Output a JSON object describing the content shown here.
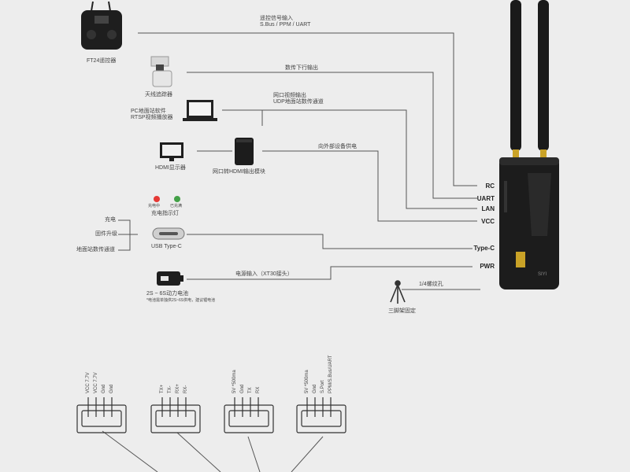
{
  "devices": {
    "rc_controller": "FT24遥控器",
    "tracker": "天线追踪器",
    "pc": "PC地面站软件\nRTSP视频播放器",
    "hdmi_monitor": "HDMI显示器",
    "hdmi_module": "网口转HDMI输出模块",
    "indicator": "充电指示灯",
    "usb_c": "USB Type-C",
    "battery": "2S ~ 6S动力电池",
    "battery_note": "*电池需单独供2S~6S供电，建议锂电池",
    "tripod": "三脚架固定"
  },
  "indicator_lights": {
    "red": "充电中",
    "green": "已充满"
  },
  "usb_functions": [
    "充电",
    "固件升级",
    "地面站数传通道"
  ],
  "wire_labels": {
    "rc": "遥控信号输入\nS.Bus / PPM / UART",
    "uart": "数传下行输出",
    "lan": "网口视频输出\nUDP地面站数传通道",
    "vcc": "向外部设备供电",
    "pwr": "电源输入（XT30接头）",
    "mount": "1/4螺纹孔"
  },
  "ports": [
    "RC",
    "UART",
    "LAN",
    "VCC",
    "Type-C",
    "PWR"
  ],
  "connectors": [
    {
      "pins": [
        "VCC 7.7V",
        "VCC 7.7V",
        "Gnd",
        "Gnd"
      ]
    },
    {
      "pins": [
        "TX+",
        "TX-",
        "RX+",
        "RX-"
      ]
    },
    {
      "pins": [
        "5V *500ma",
        "Gnd",
        "TX",
        "RX"
      ]
    },
    {
      "pins": [
        "5V *500ma",
        "Gnd",
        "S.Port",
        "PPM/S.Bus/UART"
      ]
    }
  ],
  "colors": {
    "line": "#555555",
    "red": "#e53935",
    "green": "#43a047",
    "device": "#1c1c1c"
  }
}
